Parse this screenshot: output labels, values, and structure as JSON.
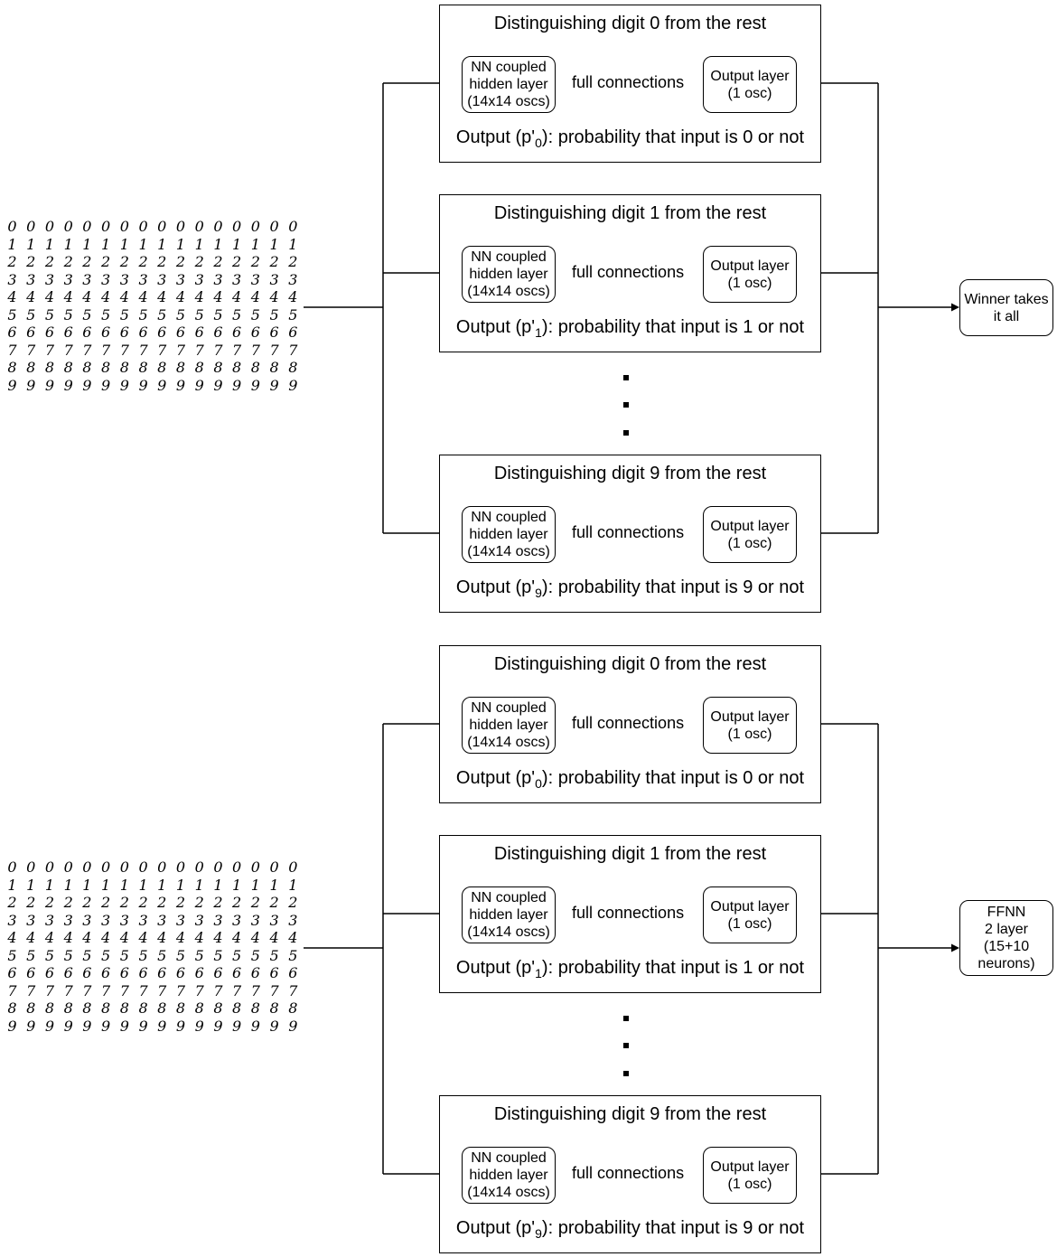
{
  "diagrams": [
    {
      "panels": [
        {
          "title": "Distinguishing digit 0 from the rest",
          "hidden": [
            "NN coupled",
            "hidden layer",
            "(14x14 oscs)"
          ],
          "connection": "full connections",
          "output_layer": [
            "Output layer",
            "(1 osc)"
          ],
          "output_prefix": "Output (p'",
          "output_sub": "0",
          "output_suffix": "): probability that input is 0 or not"
        },
        {
          "title": "Distinguishing digit 1 from the rest",
          "hidden": [
            "NN coupled",
            "hidden layer",
            "(14x14 oscs)"
          ],
          "connection": "full connections",
          "output_layer": [
            "Output layer",
            "(1 osc)"
          ],
          "output_prefix": "Output (p'",
          "output_sub": "1",
          "output_suffix": "): probability that input is 1 or not"
        },
        {
          "title": "Distinguishing digit 9 from the rest",
          "hidden": [
            "NN coupled",
            "hidden layer",
            "(14x14 oscs)"
          ],
          "connection": "full connections",
          "output_layer": [
            "Output layer",
            "(1 osc)"
          ],
          "output_prefix": "Output (p'",
          "output_sub": "9",
          "output_suffix": "): probability that input is 9 or not"
        }
      ],
      "final": [
        "Winner takes",
        "it all"
      ]
    },
    {
      "panels": [
        {
          "title": "Distinguishing digit 0 from the rest",
          "hidden": [
            "NN coupled",
            "hidden layer",
            "(14x14 oscs)"
          ],
          "connection": "full connections",
          "output_layer": [
            "Output layer",
            "(1 osc)"
          ],
          "output_prefix": "Output (p'",
          "output_sub": "0",
          "output_suffix": "): probability that input is 0 or not"
        },
        {
          "title": "Distinguishing digit 1 from the rest",
          "hidden": [
            "NN coupled",
            "hidden layer",
            "(14x14 oscs)"
          ],
          "connection": "full connections",
          "output_layer": [
            "Output layer",
            "(1 osc)"
          ],
          "output_prefix": "Output (p'",
          "output_sub": "1",
          "output_suffix": "): probability that input is 1 or not"
        },
        {
          "title": "Distinguishing digit 9 from the rest",
          "hidden": [
            "NN coupled",
            "hidden layer",
            "(14x14 oscs)"
          ],
          "connection": "full connections",
          "output_layer": [
            "Output layer",
            "(1 osc)"
          ],
          "output_prefix": "Output (p'",
          "output_sub": "9",
          "output_suffix": "): probability that input is 9 or not"
        }
      ],
      "final": [
        "FFNN",
        "2 layer",
        "(15+10",
        "neurons)"
      ]
    }
  ],
  "digit_grid": [
    "0000000000000000",
    "1111111111111111",
    "2222222222222222",
    "3333333333333333",
    "4444444444444444",
    "5555555555555555",
    "6666666666666666",
    "7777777777777777",
    "8888888888888888",
    "9999999999999999"
  ]
}
